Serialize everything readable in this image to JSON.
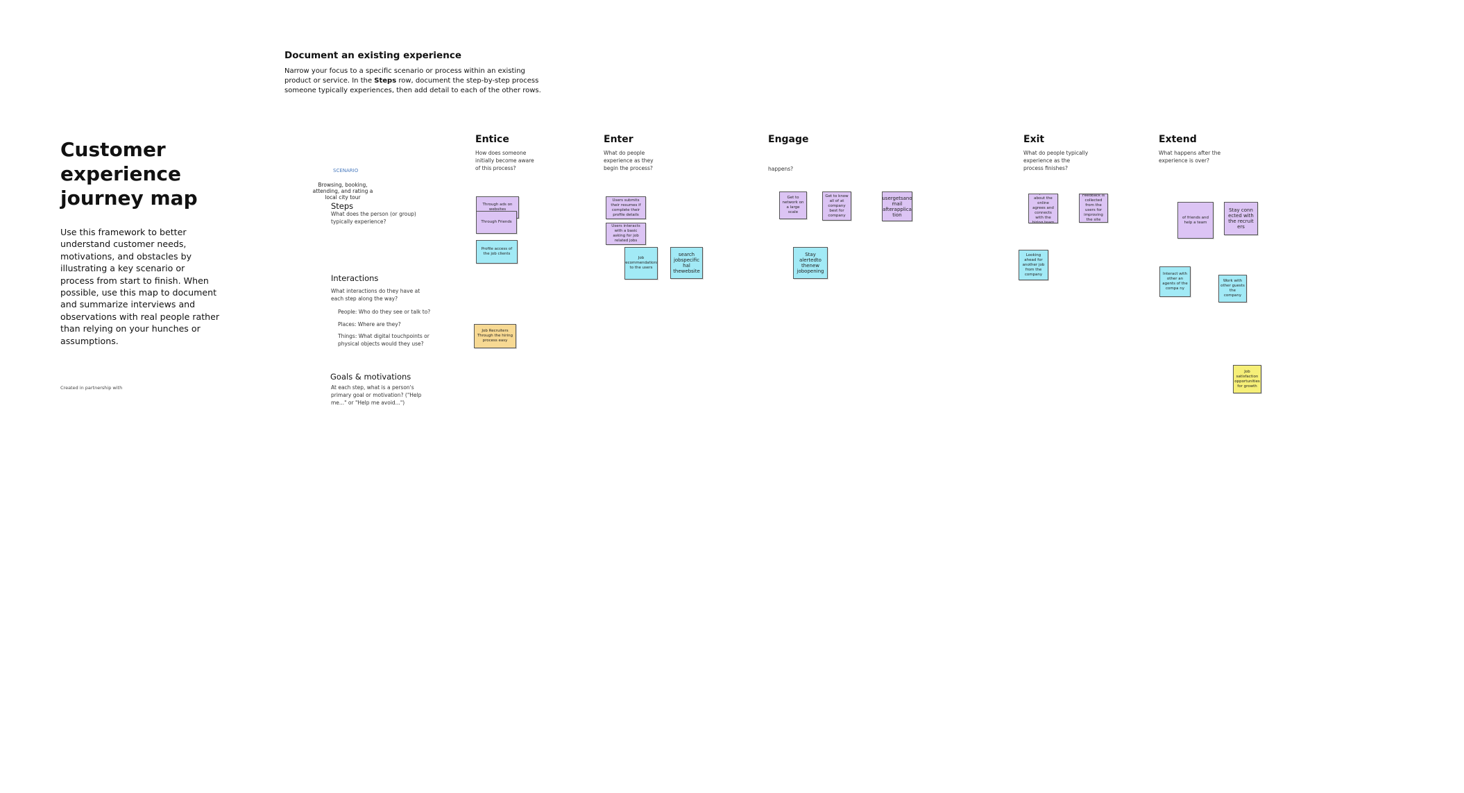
{
  "title": "Customer experience journey map",
  "description": "Use this framework to better understand customer needs, motivations, and obstacles by illustrating a key scenario or process from start to finish. When possible, use this map to document and summarize interviews and observations with real people rather than relying on your hunches or assumptions.",
  "credit": "Created in partnership with",
  "doc": {
    "title": "Document an existing experience",
    "desc_pre": "Narrow your focus to a specific scenario or process within an existing product or service. In the ",
    "desc_bold": "Steps",
    "desc_post": " row, document the step-by-step process someone typically experiences, then add detail to each of the other rows."
  },
  "scenario": {
    "label": "SCENARIO",
    "text": "Browsing, booking, attending, and rating a local city tour"
  },
  "rows": {
    "steps": {
      "title": "Steps",
      "desc": "What does the person (or group) typically experience?"
    },
    "interactions": {
      "title": "Interactions",
      "desc": "What interactions do they have at each step along the way?",
      "people": "People: Who do they see or talk to?",
      "places": "Places: Where are they?",
      "things": "Things: What digital touchpoints or physical objects would they use?"
    },
    "goals": {
      "title": "Goals & motivations",
      "desc": "At each step, what is a person's primary goal or motivation? (\"Help me...\" or \"Help me avoid...\")"
    }
  },
  "phases": {
    "entice": {
      "title": "Entice",
      "desc": "How does someone initially become aware of this process?"
    },
    "enter": {
      "title": "Enter",
      "desc": "What do people experience as they begin the process?"
    },
    "engage": {
      "title": "Engage",
      "desc": "happens?"
    },
    "exit": {
      "title": "Exit",
      "desc": "What do people typically experience as the process finishes?"
    },
    "extend": {
      "title": "Extend",
      "desc": "What happens after the experience is over?"
    }
  },
  "notes": {
    "entice_1": "Through ads on websites",
    "entice_2": "Through Friends",
    "entice_3": "Profile access of the job clients",
    "entice_4": "Job Recruiters Through the hiring process easy",
    "enter_1": "Users submits their resumes if complete their profile details",
    "enter_2": "Users interacts with a basic asking for job related jobs",
    "enter_3": "Job recommendations to the users",
    "enter_4": "search jobspecific hal thewebsite",
    "engage_1": "Get to network on a large scale",
    "engage_2": "Get to know all of at company best for company",
    "engage_3": "usergetsano mail afterapplica tion",
    "engage_4": "Stay alertedto thenew jobopening",
    "exit_1": "Update about the online agrees and connects with the hiring team",
    "exit_2": "Feedback is collected from the users for improving the site",
    "exit_3": "Looking ahead for another job from the company",
    "extend_1": "of friends and help a team",
    "extend_2": "Stay conn ected with the recruit ers",
    "extend_3": "Interact with other an agents of the compa ny",
    "extend_4": "Work with other guests the company",
    "extend_5": "Job satisfaction opportunities for growth"
  },
  "colors": {
    "purple": "#dcc4f4",
    "cyan": "#a2eaf6",
    "orange": "#f7d993",
    "yellow": "#f6ef78",
    "link": "#4a7bbf"
  }
}
